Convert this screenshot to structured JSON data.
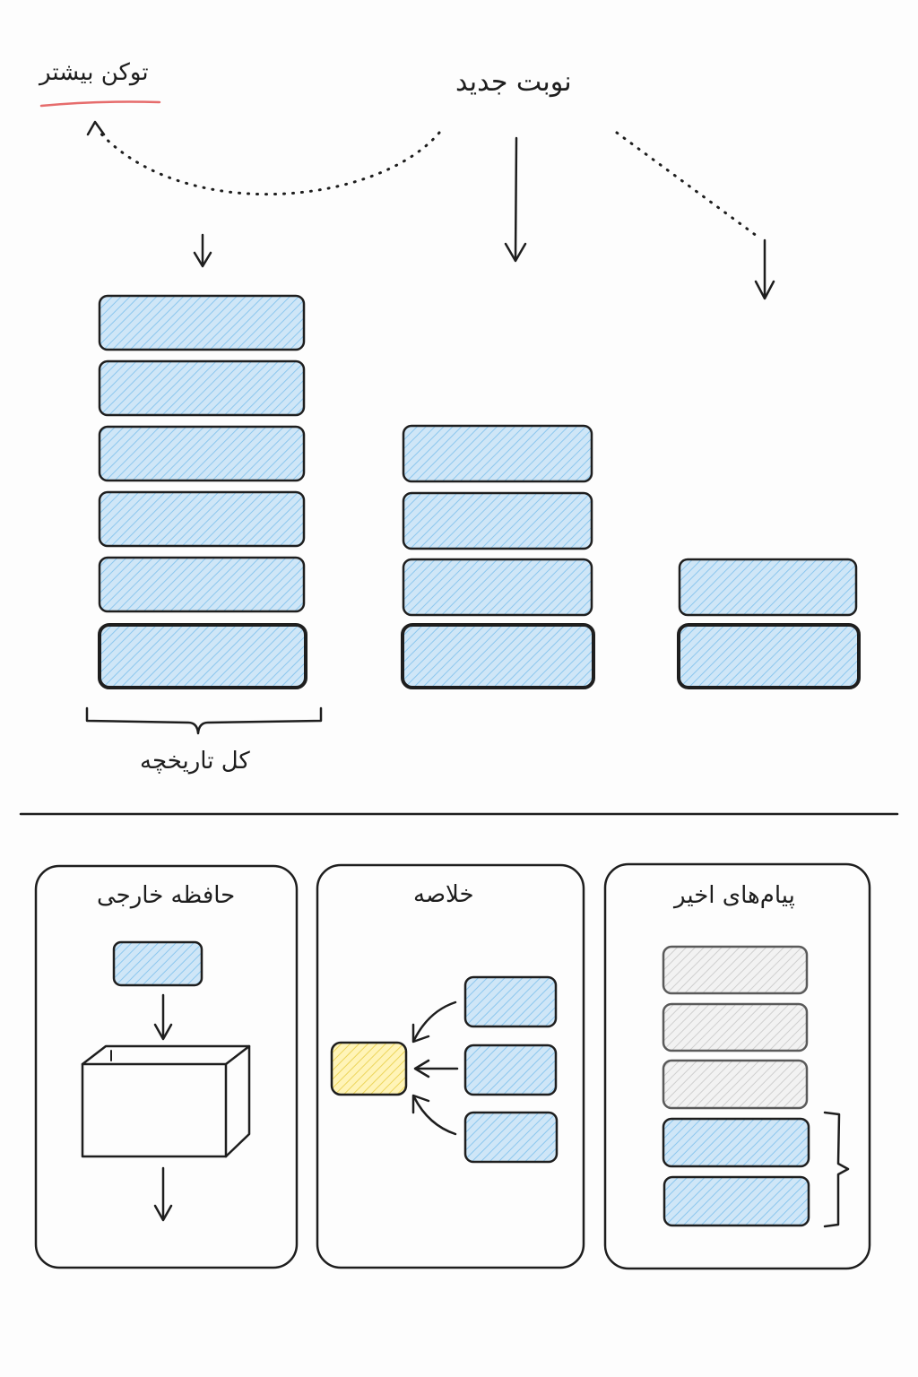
{
  "top": {
    "new_turn_label": "نوبت جدید",
    "more_tokens_label": "توکن بیشتر",
    "full_history_label": "کل تاریخچه"
  },
  "bottom": {
    "external_memory_title": "حافظه خارجی",
    "summary_title": "خلاصه",
    "recent_messages_title": "پیام‌های اخیر"
  },
  "colors": {
    "ink": "#1e1e1e",
    "blue_fill": "#cfe6f7",
    "blue_hatch": "#8cc7ee",
    "gray_fill": "#f2f2f2",
    "gray_hatch": "#cfcfcf",
    "yellow_fill": "#fff4b8",
    "yellow_hatch": "#ecd55a",
    "red_underline": "#e66c6c"
  }
}
